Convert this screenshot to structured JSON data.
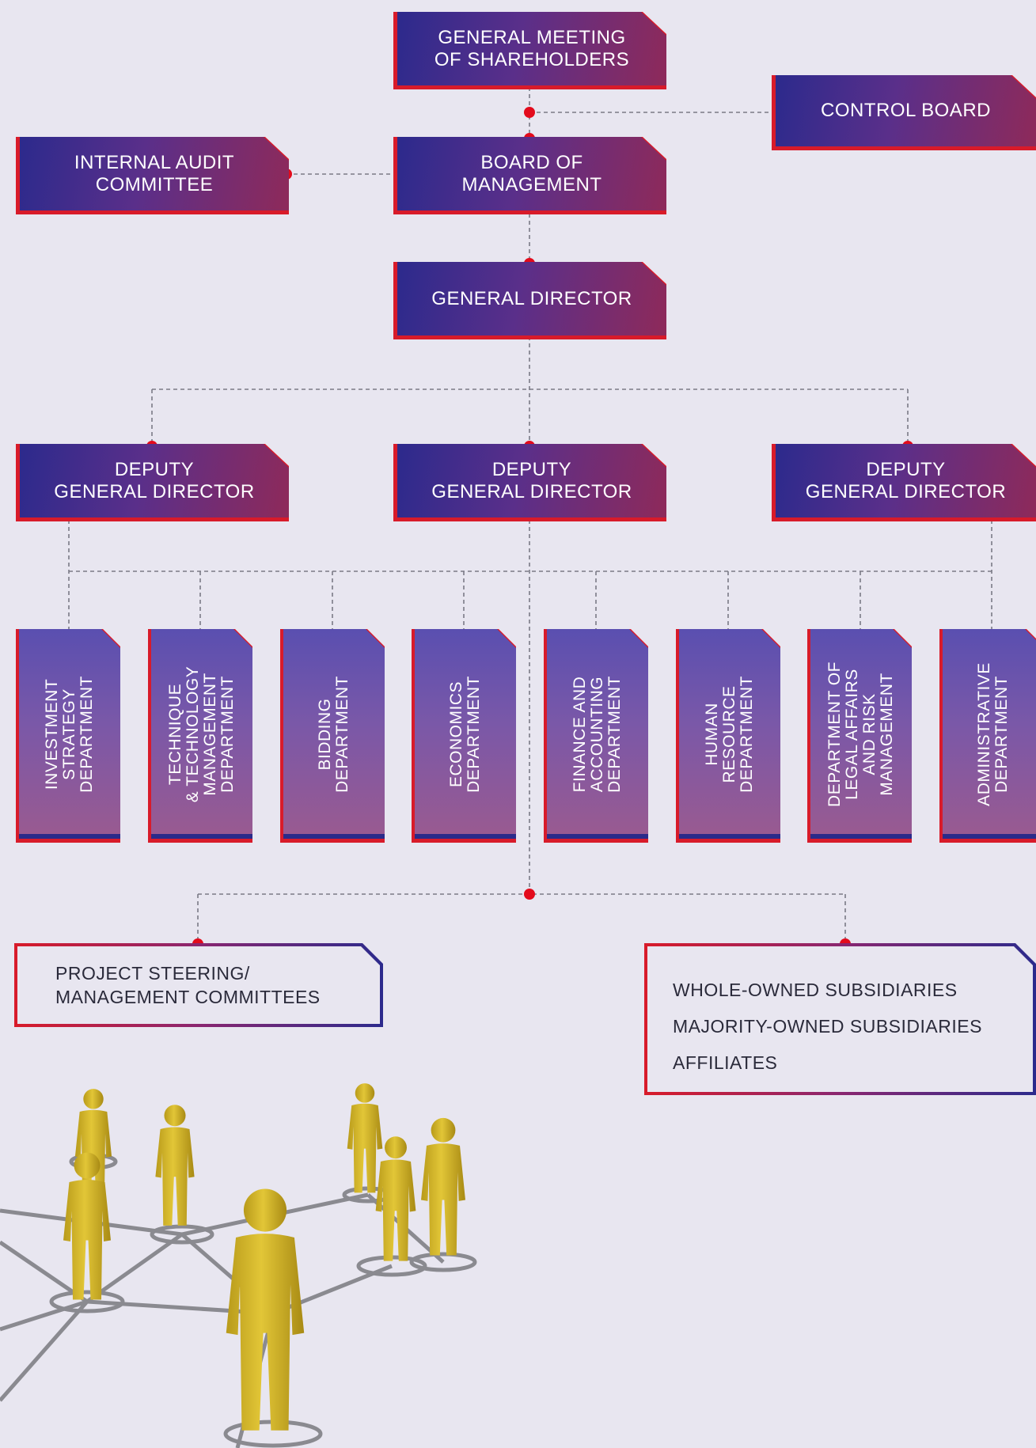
{
  "colors": {
    "background": "#e8e6f0",
    "box_gradient_start": "#2c2a8c",
    "box_gradient_end": "#8e2a5a",
    "accent_red": "#e30b1c",
    "people": "#d4b92a"
  },
  "top": {
    "shareholders": "GENERAL MEETING\nOF SHAREHOLDERS",
    "control_board": "CONTROL BOARD",
    "internal_audit": "INTERNAL AUDIT\nCOMMITTEE",
    "board_of_management": "BOARD OF\nMANAGEMENT",
    "general_director": "GENERAL DIRECTOR"
  },
  "deputies": [
    "DEPUTY\nGENERAL DIRECTOR",
    "DEPUTY\nGENERAL DIRECTOR",
    "DEPUTY\nGENERAL DIRECTOR"
  ],
  "departments": [
    "INVESTMENT\nSTRATEGY\nDEPARTMENT",
    "TECHNIQUE\n& TECHNOLOGY\nMANAGEMENT\nDEPARTMENT",
    "BIDDING\nDEPARTMENT",
    "ECONOMICS\nDEPARTMENT",
    "FINANCE AND\nACCOUNTING\nDEPARTMENT",
    "HUMAN\nRESOURCE\nDEPARTMENT",
    "DEPARTMENT OF\nLEGAL AFFAIRS\nAND RISK\nMANAGEMENT",
    "ADMINISTRATIVE\nDEPARTMENT"
  ],
  "steering": "PROJECT STEERING/\nMANAGEMENT COMMITTEES",
  "subsidiaries": [
    "WHOLE-OWNED SUBSIDIARIES",
    "MAJORITY-OWNED SUBSIDIARIES",
    "AFFILIATES"
  ]
}
